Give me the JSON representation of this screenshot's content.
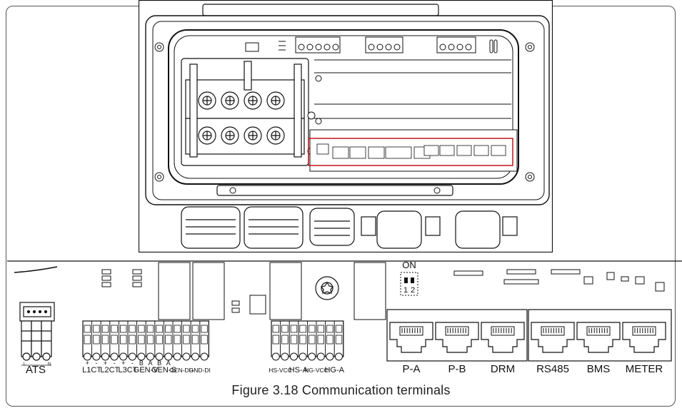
{
  "figure": {
    "caption": "Figure 3.18 Communication terminals"
  },
  "detail": {
    "ats_label": "ATS",
    "ats_pins": [
      "L",
      "",
      "N"
    ],
    "switch_on_label": "ON",
    "switch_numbers": [
      "1",
      "2"
    ],
    "terminal_groups": [
      {
        "name": "L1CT",
        "pol": [
          "+",
          "-"
        ]
      },
      {
        "name": "L2CT",
        "pol": [
          "+",
          "-"
        ]
      },
      {
        "name": "L3CT",
        "pol": [
          "+",
          "-"
        ]
      },
      {
        "name": "GEN-V",
        "pol": [
          "B",
          "A"
        ]
      },
      {
        "name": "GEN-S",
        "pol": [
          "B",
          "A"
        ]
      },
      {
        "name": "GEN-DI+",
        "pol": [
          "",
          ""
        ]
      },
      {
        "name": "GND-DI",
        "pol": [
          "",
          ""
        ]
      },
      {
        "name": "HS-VCC",
        "pol": [
          "",
          ""
        ]
      },
      {
        "name": "HS-A",
        "pol": [
          "",
          ""
        ]
      },
      {
        "name": "HG-VCC",
        "pol": [
          "",
          ""
        ]
      },
      {
        "name": "HG-A",
        "pol": [
          "",
          ""
        ]
      }
    ],
    "rj45_ports": [
      "P-A",
      "P-B",
      "DRM",
      "RS485",
      "BMS",
      "METER"
    ]
  },
  "colors": {
    "line": "#111111",
    "highlight": "#c0141c",
    "frame": "#555555"
  }
}
